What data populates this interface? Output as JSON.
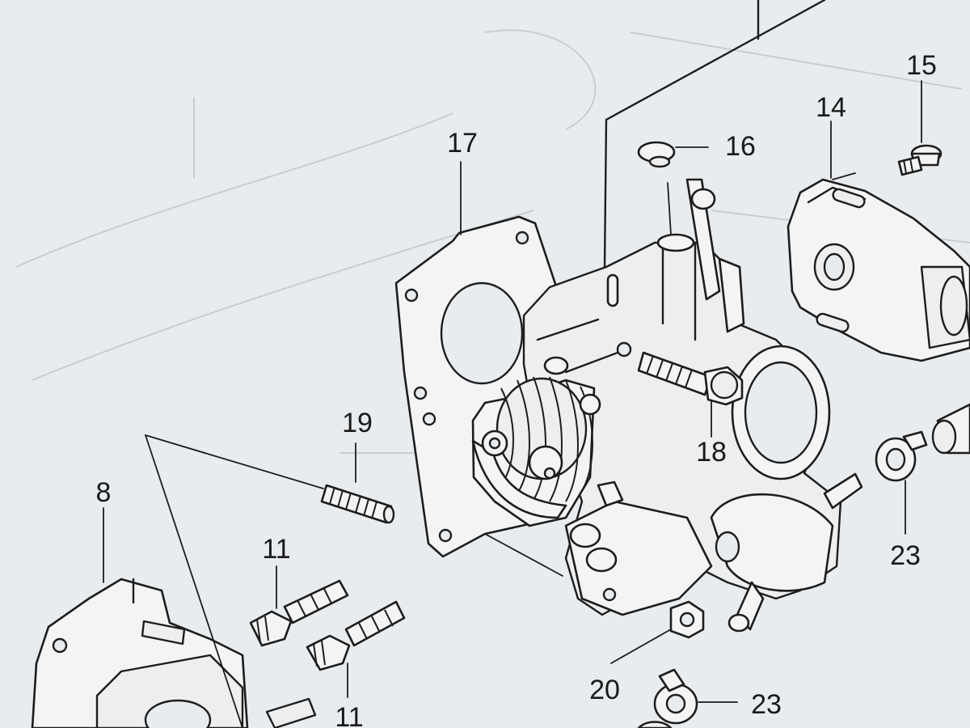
{
  "diagram": {
    "callouts": {
      "c8": "8",
      "c11a": "11",
      "c11b": "11",
      "c14": "14",
      "c15": "15",
      "c16": "16",
      "c17": "17",
      "c18": "18",
      "c19": "19",
      "c20": "20",
      "c23a": "23",
      "c23b": "23"
    },
    "colors": {
      "paper": "#e9ecef",
      "ink": "#1d1d1d"
    }
  }
}
